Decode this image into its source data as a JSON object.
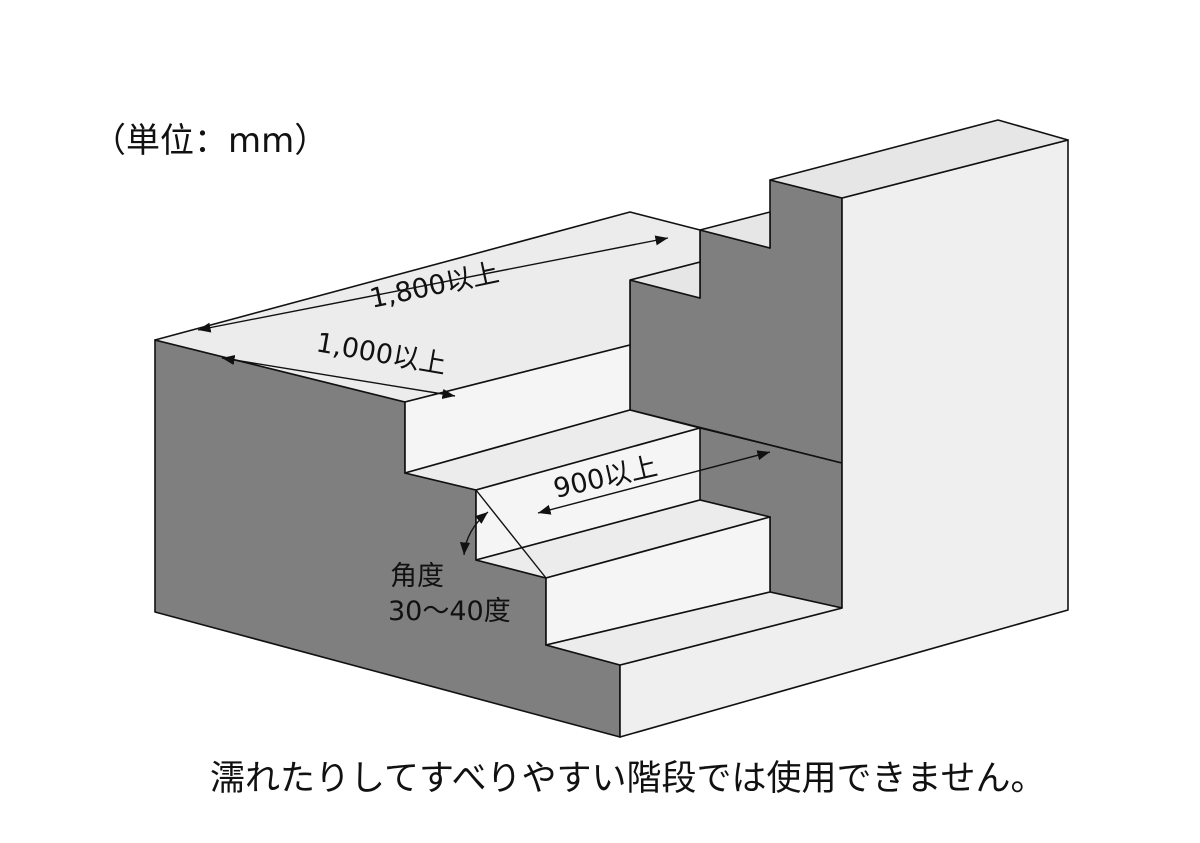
{
  "unit_label": "（単位：mm）",
  "dimensions": {
    "width_total": "1,800以上",
    "width_landing": "1,000以上",
    "width_step": "900以上"
  },
  "angle": {
    "label_line1": "角度",
    "label_line2": "30〜40度"
  },
  "note": "濡れたりしてすべりやすい階段では使用できません。",
  "colors": {
    "dark_face": "#7f7f7f",
    "top_face": "#ececec",
    "riser_face": "#f5f5f5",
    "right_face": "#efefef",
    "line": "#111111"
  }
}
